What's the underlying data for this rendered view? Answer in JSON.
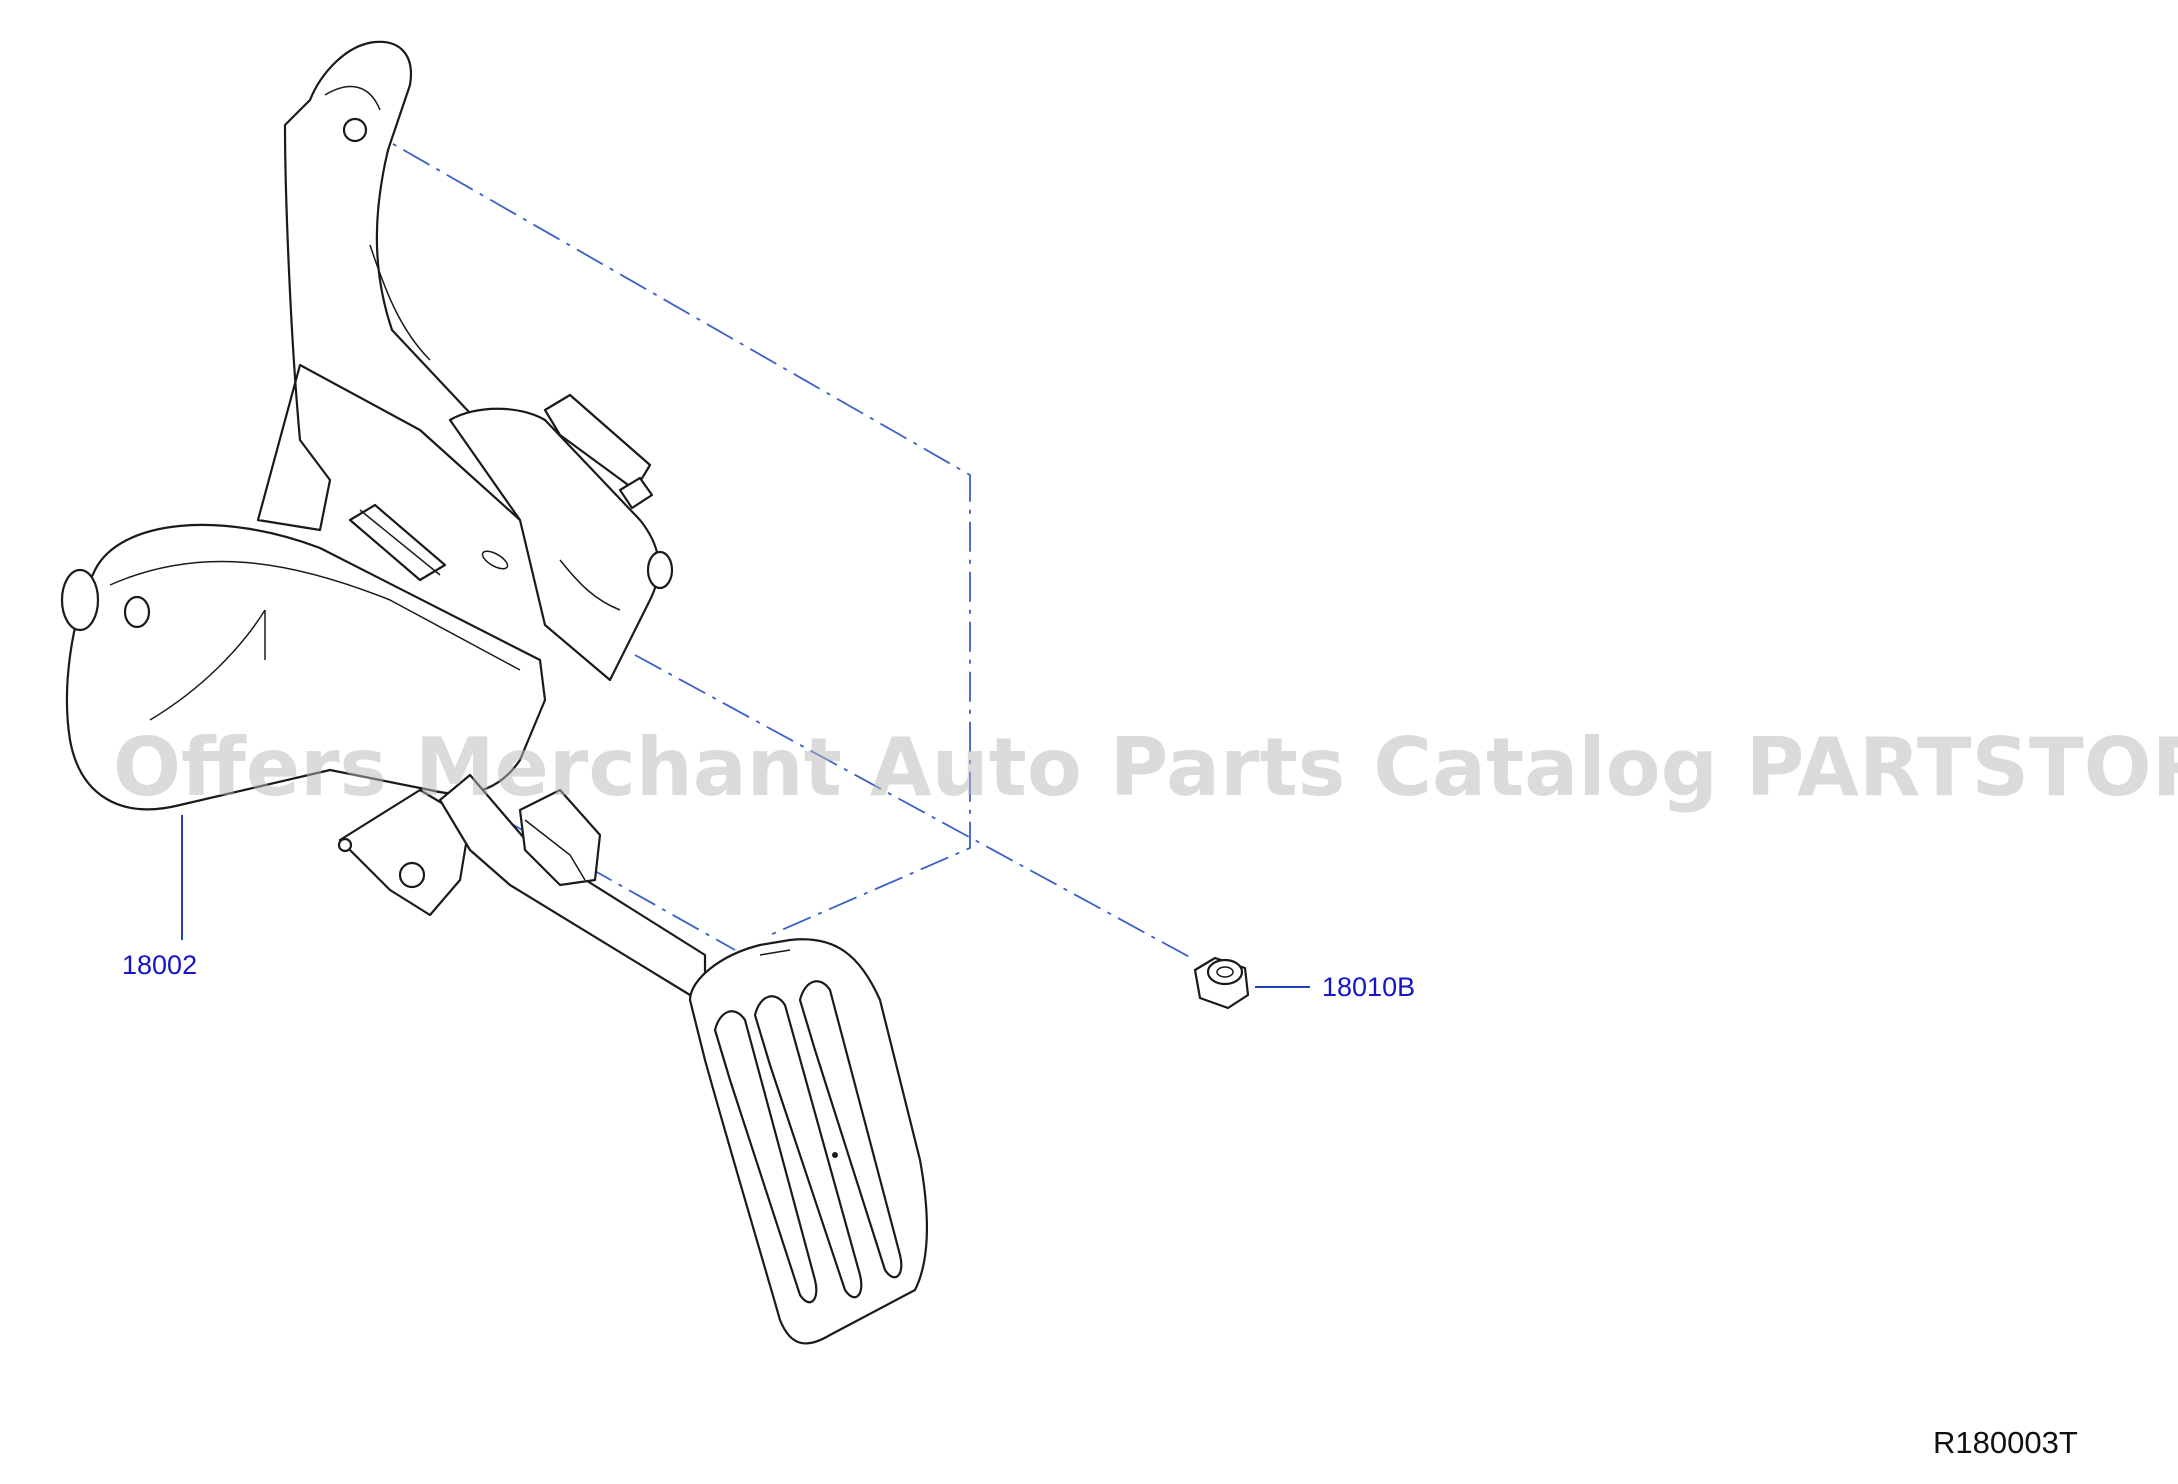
{
  "diagram": {
    "watermark": "Offers Merchant Auto Parts Catalog PARTSTORE.SA",
    "drawing_ref": "R180003T",
    "callouts": [
      {
        "id": "pedal-assembly",
        "label": "18002"
      },
      {
        "id": "nut",
        "label": "18010B"
      }
    ],
    "colors": {
      "callout": "#1414c8",
      "centerline": "#3a5fc8",
      "linework": "#1a1a1a",
      "watermark": "#b9b9b9"
    }
  }
}
